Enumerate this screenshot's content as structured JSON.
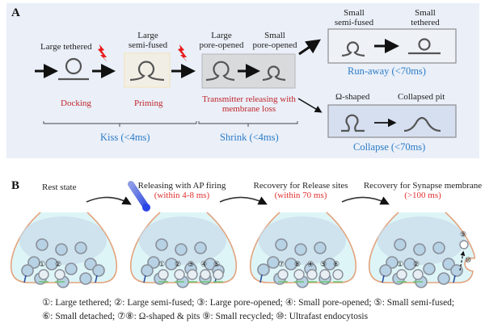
{
  "panel_a": {
    "letter": "A",
    "states": {
      "large_tethered": "Large tethered",
      "large_semi_fused": [
        "Large",
        "semi-fused"
      ],
      "large_pore_opened": [
        "Large",
        "pore-opened"
      ],
      "small_pore_opened": [
        "Small",
        "pore-opened"
      ],
      "small_semi_fused": [
        "Small",
        "semi-fused"
      ],
      "small_tethered": [
        "Small",
        "tethered"
      ],
      "omega_shaped": "Ω-shaped",
      "collapsed_pit": "Collapsed pit"
    },
    "steps": {
      "docking": "Docking",
      "priming": "Priming",
      "transmitter": [
        "Transmitter releasing with",
        "membrane loss"
      ]
    },
    "phases": {
      "kiss": "Kiss (<4ms)",
      "shrink": "Shrink (<4ms)",
      "run_away": "Run-away (<70ms)",
      "collapse": "Collapse (<70ms)"
    }
  },
  "panel_b": {
    "letter": "B",
    "stages": [
      {
        "title": "Rest state",
        "time": ""
      },
      {
        "title": "Releasing with AP firing",
        "time": "(within 4-8 ms)"
      },
      {
        "title": "Recovery for Release sites",
        "time": "(within 70 ms)"
      },
      {
        "title": "Recovery for Synapse membrane",
        "time": "(>100 ms)"
      }
    ],
    "legend": [
      "①: Large tethered; ②: Large semi-fused; ③: Large pore-opened; ④: Small pore-opened; ⑤: Small semi-fused;",
      "⑥: Small detached; ⑦⑧: Ω-shaped & pits ⑨: Small recycled; ⑩: Ultrafast endocytosis"
    ],
    "markers": {
      "stage1": [
        "①",
        "②"
      ],
      "stage2": [
        "①",
        "②",
        "③",
        "④",
        "⑤"
      ],
      "stage3": [
        "⑦",
        "⑧",
        "④",
        "⑤",
        "⑥"
      ],
      "stage4": [
        "①",
        "②",
        "⑨",
        "⑩"
      ]
    }
  },
  "colors": {
    "panel_bg": "#eaeff8",
    "red_text": "#c0262c",
    "blue_text": "#2b7cc7",
    "terminal_fill": "#def5f8",
    "terminal_edge": "#e3a47e",
    "pool": "#c7dcea",
    "stimulus": "#6f7fe0"
  }
}
